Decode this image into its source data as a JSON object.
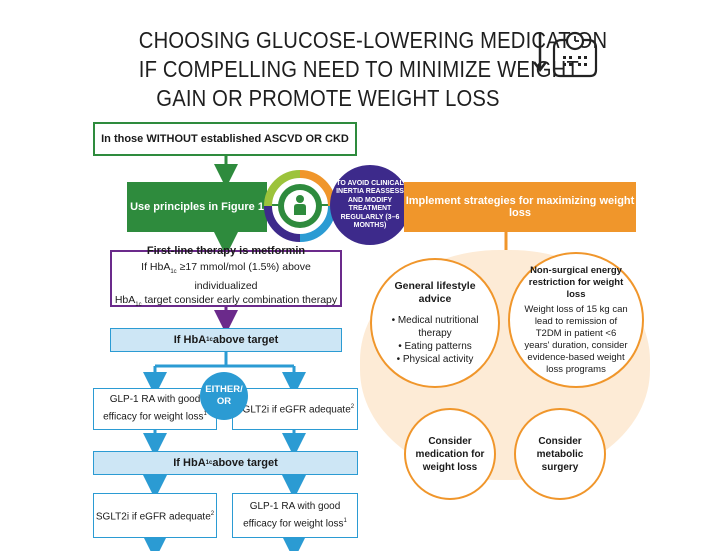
{
  "title": {
    "line1": "CHOOSING GLUCOSE-LOWERING MEDICATION",
    "line2": "IF COMPELLING NEED TO MINIMIZE WEIGHT",
    "line3": "GAIN OR PROMOTE WEIGHT LOSS"
  },
  "top_box": "In those WITHOUT established ASCVD OR CKD",
  "principles_box": "Use principles in Figure 1",
  "inertia_circle": "TO AVOID CLINICAL INERTIA REASSESS AND MODIFY TREATMENT REGULARLY (3–6 MONTHS)",
  "strategies_box": "Implement strategies for maximizing weight loss",
  "first_line": {
    "title": "First-line therapy is metformin",
    "line1_pre": "If HbA",
    "line1_sub": "1c",
    "line1_post": " ≥17 mmol/mol (1.5%) above individualized",
    "line2_pre": "HbA",
    "line2_sub": "1c",
    "line2_post": " target consider early combination therapy"
  },
  "hba1c_above_1": {
    "pre": "If HbA",
    "sub": "1c",
    "post": " above target"
  },
  "either_or": "EITHER/ OR",
  "glp1_box_1": {
    "text": "GLP-1 RA with good efficacy for weight loss",
    "sup": "1"
  },
  "sglt2_box_1": {
    "text": "SGLT2i if eGFR adequate",
    "sup": "2"
  },
  "hba1c_above_2": {
    "pre": "If HbA",
    "sub": "1c",
    "post": " above target"
  },
  "sglt2_box_2": {
    "text": "SGLT2i if eGFR adequate",
    "sup": "2"
  },
  "glp1_box_2": {
    "text": "GLP-1 RA with good efficacy for weight loss",
    "sup": "1"
  },
  "lifestyle": {
    "title": "General lifestyle advice",
    "items": [
      "• Medical nutritional therapy",
      "• Eating patterns",
      "• Physical activity"
    ]
  },
  "non_surgical": {
    "title": "Non-surgical energy restriction for weight loss",
    "body": "Weight loss of 15 kg can lead to remission of T2DM in patient <6 years' duration, consider evidence-based weight loss programs"
  },
  "medication_circle": "Consider medication for weight loss",
  "surgery_circle": "Consider metabolic surgery",
  "colors": {
    "green": "#2e8b3d",
    "orange": "#f0962b",
    "purple": "#6b2a8b",
    "blue": "#2b9bd3",
    "light_blue": "#cde6f5",
    "navy": "#3d2a8b"
  },
  "icons": [
    "weight-scale-icon",
    "person-cycle-icon"
  ]
}
